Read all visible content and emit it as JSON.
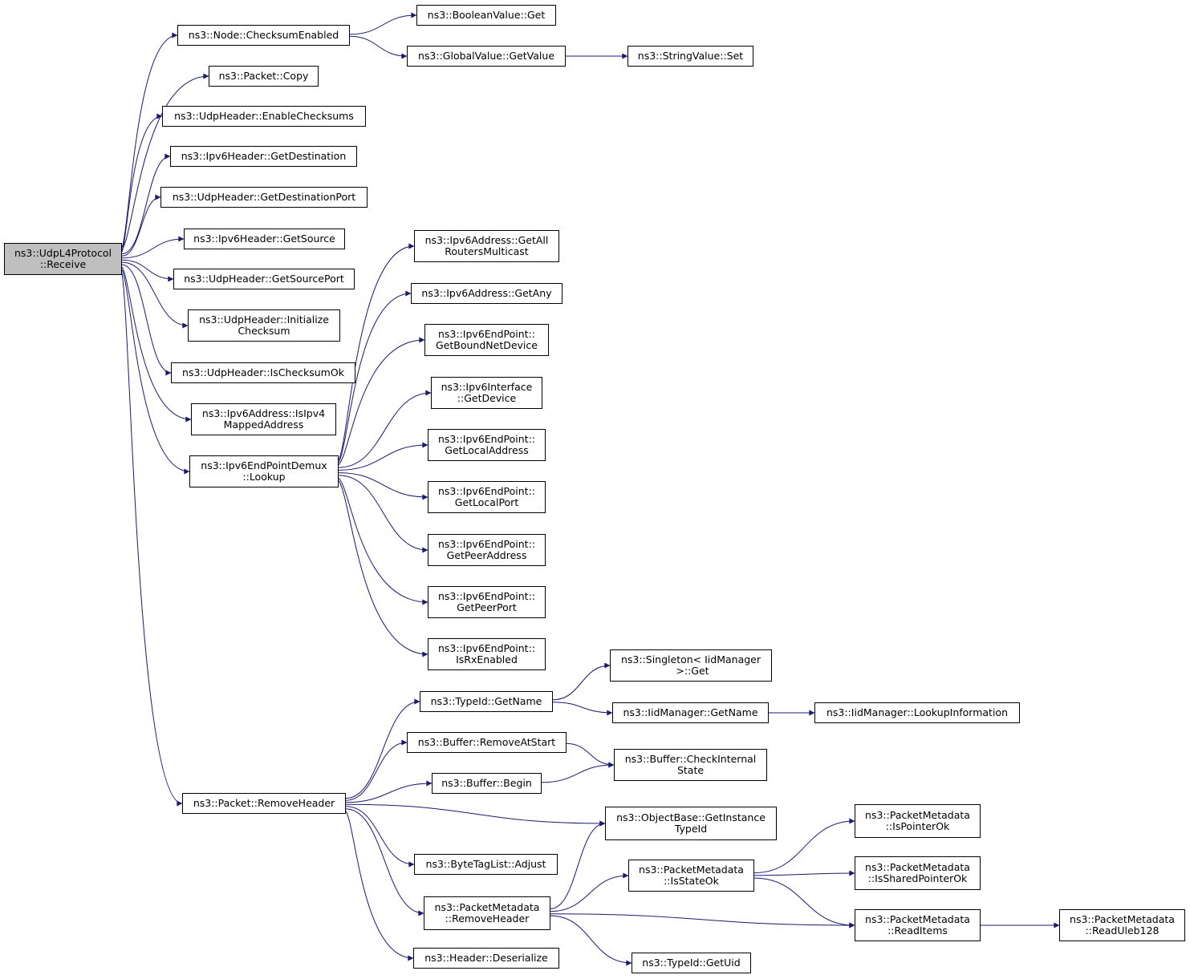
{
  "graph": {
    "root": "udpl4-receive",
    "nodes": [
      {
        "id": "udpl4-receive",
        "lines": [
          "ns3::UdpL4Protocol",
          "::Receive"
        ],
        "root": true
      },
      {
        "id": "node-checksumenabled",
        "lines": [
          "ns3::Node::ChecksumEnabled"
        ]
      },
      {
        "id": "packet-copy",
        "lines": [
          "ns3::Packet::Copy"
        ]
      },
      {
        "id": "udpheader-enablechecksums",
        "lines": [
          "ns3::UdpHeader::EnableChecksums"
        ]
      },
      {
        "id": "ipv6header-getdestination",
        "lines": [
          "ns3::Ipv6Header::GetDestination"
        ]
      },
      {
        "id": "udpheader-getdestinationport",
        "lines": [
          "ns3::UdpHeader::GetDestinationPort"
        ]
      },
      {
        "id": "ipv6header-getsource",
        "lines": [
          "ns3::Ipv6Header::GetSource"
        ]
      },
      {
        "id": "udpheader-getsourceport",
        "lines": [
          "ns3::UdpHeader::GetSourcePort"
        ]
      },
      {
        "id": "udpheader-initializechecksum",
        "lines": [
          "ns3::UdpHeader::Initialize",
          "Checksum"
        ]
      },
      {
        "id": "udpheader-ischecksumok",
        "lines": [
          "ns3::UdpHeader::IsChecksumOk"
        ]
      },
      {
        "id": "ipv6address-isipv4mappedaddress",
        "lines": [
          "ns3::Ipv6Address::IsIpv4",
          "MappedAddress"
        ]
      },
      {
        "id": "ipv6endpointdemux-lookup",
        "lines": [
          "ns3::Ipv6EndPointDemux",
          "::Lookup"
        ]
      },
      {
        "id": "packet-removeheader",
        "lines": [
          "ns3::Packet::RemoveHeader"
        ]
      },
      {
        "id": "booleanvalue-get",
        "lines": [
          "ns3::BooleanValue::Get"
        ]
      },
      {
        "id": "globalvalue-getvalue",
        "lines": [
          "ns3::GlobalValue::GetValue"
        ]
      },
      {
        "id": "stringvalue-set",
        "lines": [
          "ns3::StringValue::Set"
        ]
      },
      {
        "id": "ipv6address-getallroutersmulticast",
        "lines": [
          "ns3::Ipv6Address::GetAll",
          "RoutersMulticast"
        ]
      },
      {
        "id": "ipv6address-getany",
        "lines": [
          "ns3::Ipv6Address::GetAny"
        ]
      },
      {
        "id": "ipv6endpoint-getboundnetdevice",
        "lines": [
          "ns3::Ipv6EndPoint::",
          "GetBoundNetDevice"
        ]
      },
      {
        "id": "ipv6interface-getdevice",
        "lines": [
          "ns3::Ipv6Interface",
          "::GetDevice"
        ]
      },
      {
        "id": "ipv6endpoint-getlocaladdress",
        "lines": [
          "ns3::Ipv6EndPoint::",
          "GetLocalAddress"
        ]
      },
      {
        "id": "ipv6endpoint-getlocalport",
        "lines": [
          "ns3::Ipv6EndPoint::",
          "GetLocalPort"
        ]
      },
      {
        "id": "ipv6endpoint-getpeeraddress",
        "lines": [
          "ns3::Ipv6EndPoint::",
          "GetPeerAddress"
        ]
      },
      {
        "id": "ipv6endpoint-getpeerport",
        "lines": [
          "ns3::Ipv6EndPoint::",
          "GetPeerPort"
        ]
      },
      {
        "id": "ipv6endpoint-isrxenabled",
        "lines": [
          "ns3::Ipv6EndPoint::",
          "IsRxEnabled"
        ]
      },
      {
        "id": "typeid-getname",
        "lines": [
          "ns3::TypeId::GetName"
        ]
      },
      {
        "id": "buffer-removeatstart",
        "lines": [
          "ns3::Buffer::RemoveAtStart"
        ]
      },
      {
        "id": "buffer-begin",
        "lines": [
          "ns3::Buffer::Begin"
        ]
      },
      {
        "id": "objectbase-getinstancetypeid",
        "lines": [
          "ns3::ObjectBase::GetInstance",
          "TypeId"
        ]
      },
      {
        "id": "bytetaglist-adjust",
        "lines": [
          "ns3::ByteTagList::Adjust"
        ]
      },
      {
        "id": "packetmetadata-removeheader",
        "lines": [
          "ns3::PacketMetadata",
          "::RemoveHeader"
        ]
      },
      {
        "id": "header-deserialize",
        "lines": [
          "ns3::Header::Deserialize"
        ]
      },
      {
        "id": "singleton-iidmanager-get",
        "lines": [
          "ns3::Singleton< IidManager",
          " >::Get"
        ]
      },
      {
        "id": "iidmanager-getname",
        "lines": [
          "ns3::IidManager::GetName"
        ]
      },
      {
        "id": "iidmanager-lookupinformation",
        "lines": [
          "ns3::IidManager::LookupInformation"
        ]
      },
      {
        "id": "buffer-checkinternalstate",
        "lines": [
          "ns3::Buffer::CheckInternal",
          "State"
        ]
      },
      {
        "id": "packetmetadata-isstateok",
        "lines": [
          "ns3::PacketMetadata",
          "::IsStateOk"
        ]
      },
      {
        "id": "typeid-getuid",
        "lines": [
          "ns3::TypeId::GetUid"
        ]
      },
      {
        "id": "packetmetadata-ispointerok",
        "lines": [
          "ns3::PacketMetadata",
          "::IsPointerOk"
        ]
      },
      {
        "id": "packetmetadata-issharedpointerok",
        "lines": [
          "ns3::PacketMetadata",
          "::IsSharedPointerOk"
        ]
      },
      {
        "id": "packetmetadata-readitems",
        "lines": [
          "ns3::PacketMetadata",
          "::ReadItems"
        ]
      },
      {
        "id": "packetmetadata-readuleb128",
        "lines": [
          "ns3::PacketMetadata",
          "::ReadUleb128"
        ]
      }
    ],
    "edges": [
      [
        "udpl4-receive",
        "node-checksumenabled"
      ],
      [
        "udpl4-receive",
        "packet-copy"
      ],
      [
        "udpl4-receive",
        "udpheader-enablechecksums"
      ],
      [
        "udpl4-receive",
        "ipv6header-getdestination"
      ],
      [
        "udpl4-receive",
        "udpheader-getdestinationport"
      ],
      [
        "udpl4-receive",
        "ipv6header-getsource"
      ],
      [
        "udpl4-receive",
        "udpheader-getsourceport"
      ],
      [
        "udpl4-receive",
        "udpheader-initializechecksum"
      ],
      [
        "udpl4-receive",
        "udpheader-ischecksumok"
      ],
      [
        "udpl4-receive",
        "ipv6address-isipv4mappedaddress"
      ],
      [
        "udpl4-receive",
        "ipv6endpointdemux-lookup"
      ],
      [
        "udpl4-receive",
        "packet-removeheader"
      ],
      [
        "node-checksumenabled",
        "booleanvalue-get"
      ],
      [
        "node-checksumenabled",
        "globalvalue-getvalue"
      ],
      [
        "globalvalue-getvalue",
        "stringvalue-set"
      ],
      [
        "ipv6endpointdemux-lookup",
        "ipv6address-getallroutersmulticast"
      ],
      [
        "ipv6endpointdemux-lookup",
        "ipv6address-getany"
      ],
      [
        "ipv6endpointdemux-lookup",
        "ipv6endpoint-getboundnetdevice"
      ],
      [
        "ipv6endpointdemux-lookup",
        "ipv6interface-getdevice"
      ],
      [
        "ipv6endpointdemux-lookup",
        "ipv6endpoint-getlocaladdress"
      ],
      [
        "ipv6endpointdemux-lookup",
        "ipv6endpoint-getlocalport"
      ],
      [
        "ipv6endpointdemux-lookup",
        "ipv6endpoint-getpeeraddress"
      ],
      [
        "ipv6endpointdemux-lookup",
        "ipv6endpoint-getpeerport"
      ],
      [
        "ipv6endpointdemux-lookup",
        "ipv6endpoint-isrxenabled"
      ],
      [
        "packet-removeheader",
        "typeid-getname"
      ],
      [
        "packet-removeheader",
        "buffer-removeatstart"
      ],
      [
        "packet-removeheader",
        "buffer-begin"
      ],
      [
        "packet-removeheader",
        "objectbase-getinstancetypeid"
      ],
      [
        "packet-removeheader",
        "bytetaglist-adjust"
      ],
      [
        "packet-removeheader",
        "packetmetadata-removeheader"
      ],
      [
        "packet-removeheader",
        "header-deserialize"
      ],
      [
        "typeid-getname",
        "singleton-iidmanager-get"
      ],
      [
        "typeid-getname",
        "iidmanager-getname"
      ],
      [
        "iidmanager-getname",
        "iidmanager-lookupinformation"
      ],
      [
        "buffer-removeatstart",
        "buffer-checkinternalstate"
      ],
      [
        "buffer-begin",
        "buffer-checkinternalstate"
      ],
      [
        "packetmetadata-removeheader",
        "objectbase-getinstancetypeid"
      ],
      [
        "packetmetadata-removeheader",
        "packetmetadata-isstateok"
      ],
      [
        "packetmetadata-removeheader",
        "packetmetadata-readitems"
      ],
      [
        "packetmetadata-removeheader",
        "typeid-getuid"
      ],
      [
        "packetmetadata-isstateok",
        "packetmetadata-ispointerok"
      ],
      [
        "packetmetadata-isstateok",
        "packetmetadata-issharedpointerok"
      ],
      [
        "packetmetadata-isstateok",
        "packetmetadata-readitems"
      ],
      [
        "packetmetadata-readitems",
        "packetmetadata-readuleb128"
      ]
    ],
    "colors": {
      "edge": "#191970",
      "node_border": "#000000",
      "node_fill": "#ffffff",
      "root_fill": "#bfbfbf"
    }
  }
}
